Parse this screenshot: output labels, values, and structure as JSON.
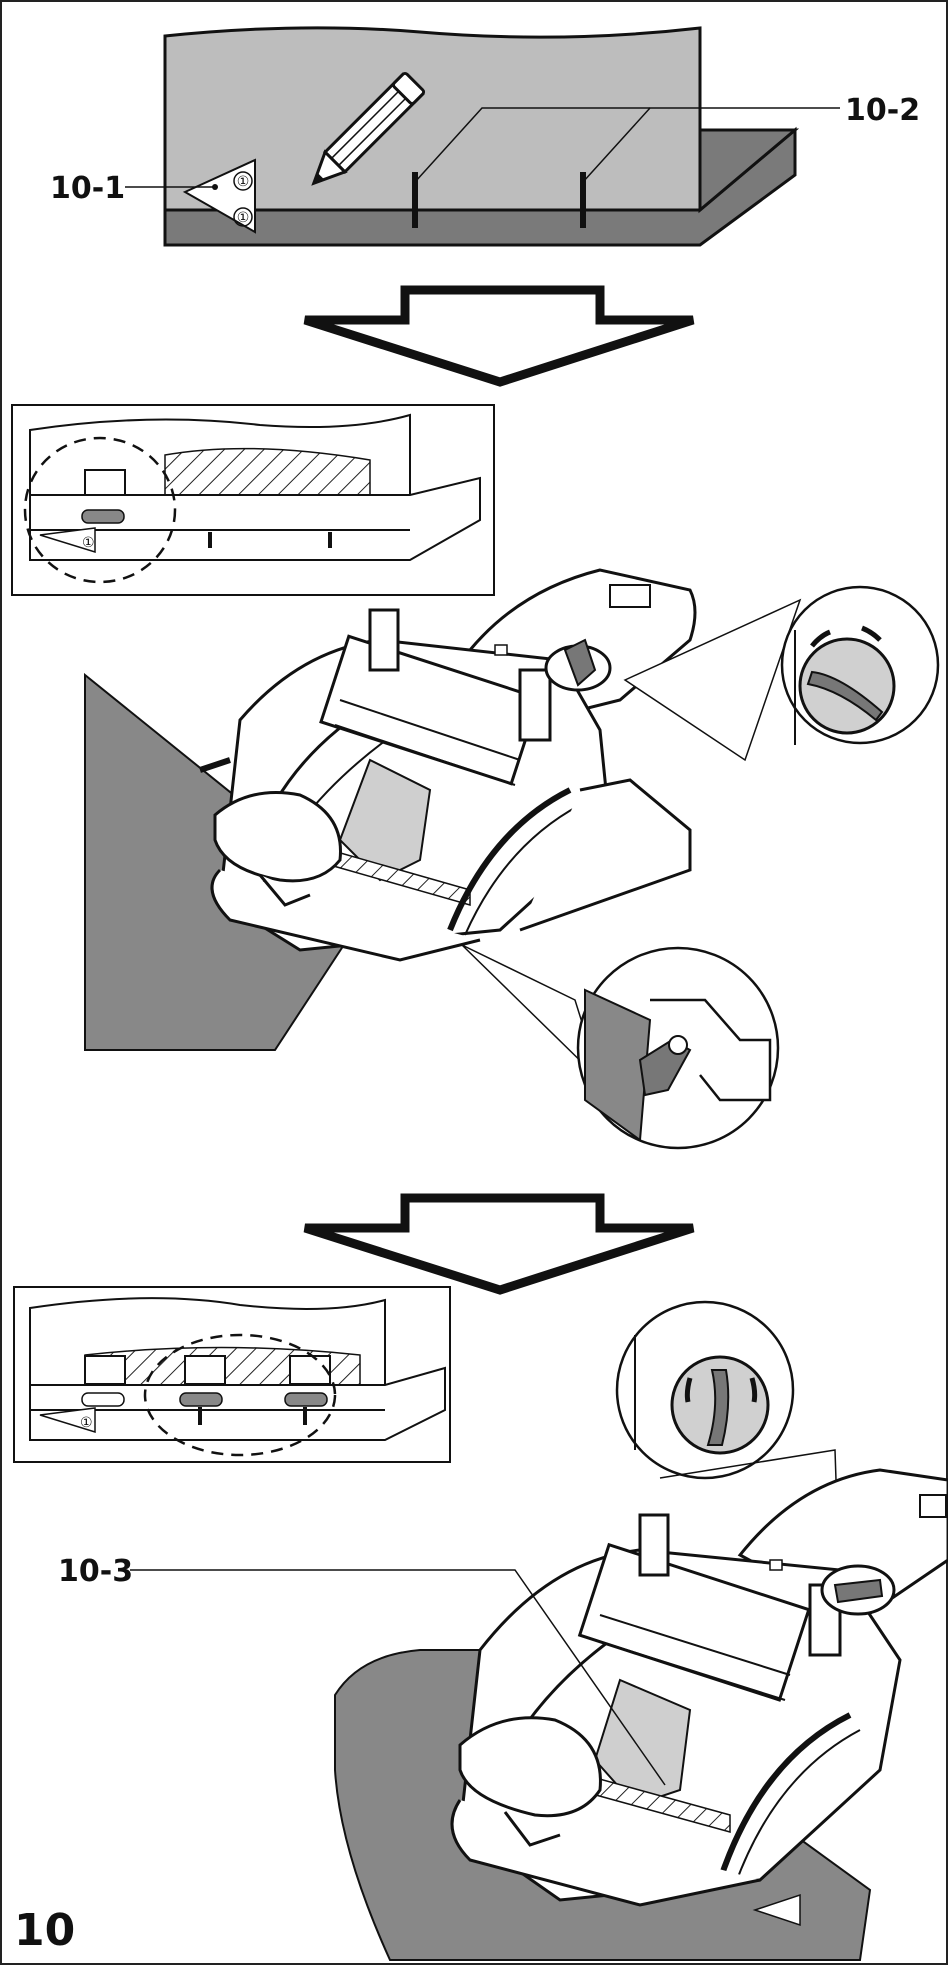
{
  "callouts": {
    "c1": "10-1",
    "c2": "10-2",
    "c3": "10-3"
  },
  "marker_symbol": "①",
  "page_number": "10",
  "colors": {
    "workpiece_light": "#bdbdbd",
    "workpiece_dark": "#7a7a7a",
    "line": "#111111",
    "background": "#ffffff"
  },
  "icons": [
    "pencil-icon",
    "down-arrow-icon",
    "biscuit-joiner-icon",
    "rotary-knob-icon",
    "fence-clamp-icon"
  ]
}
